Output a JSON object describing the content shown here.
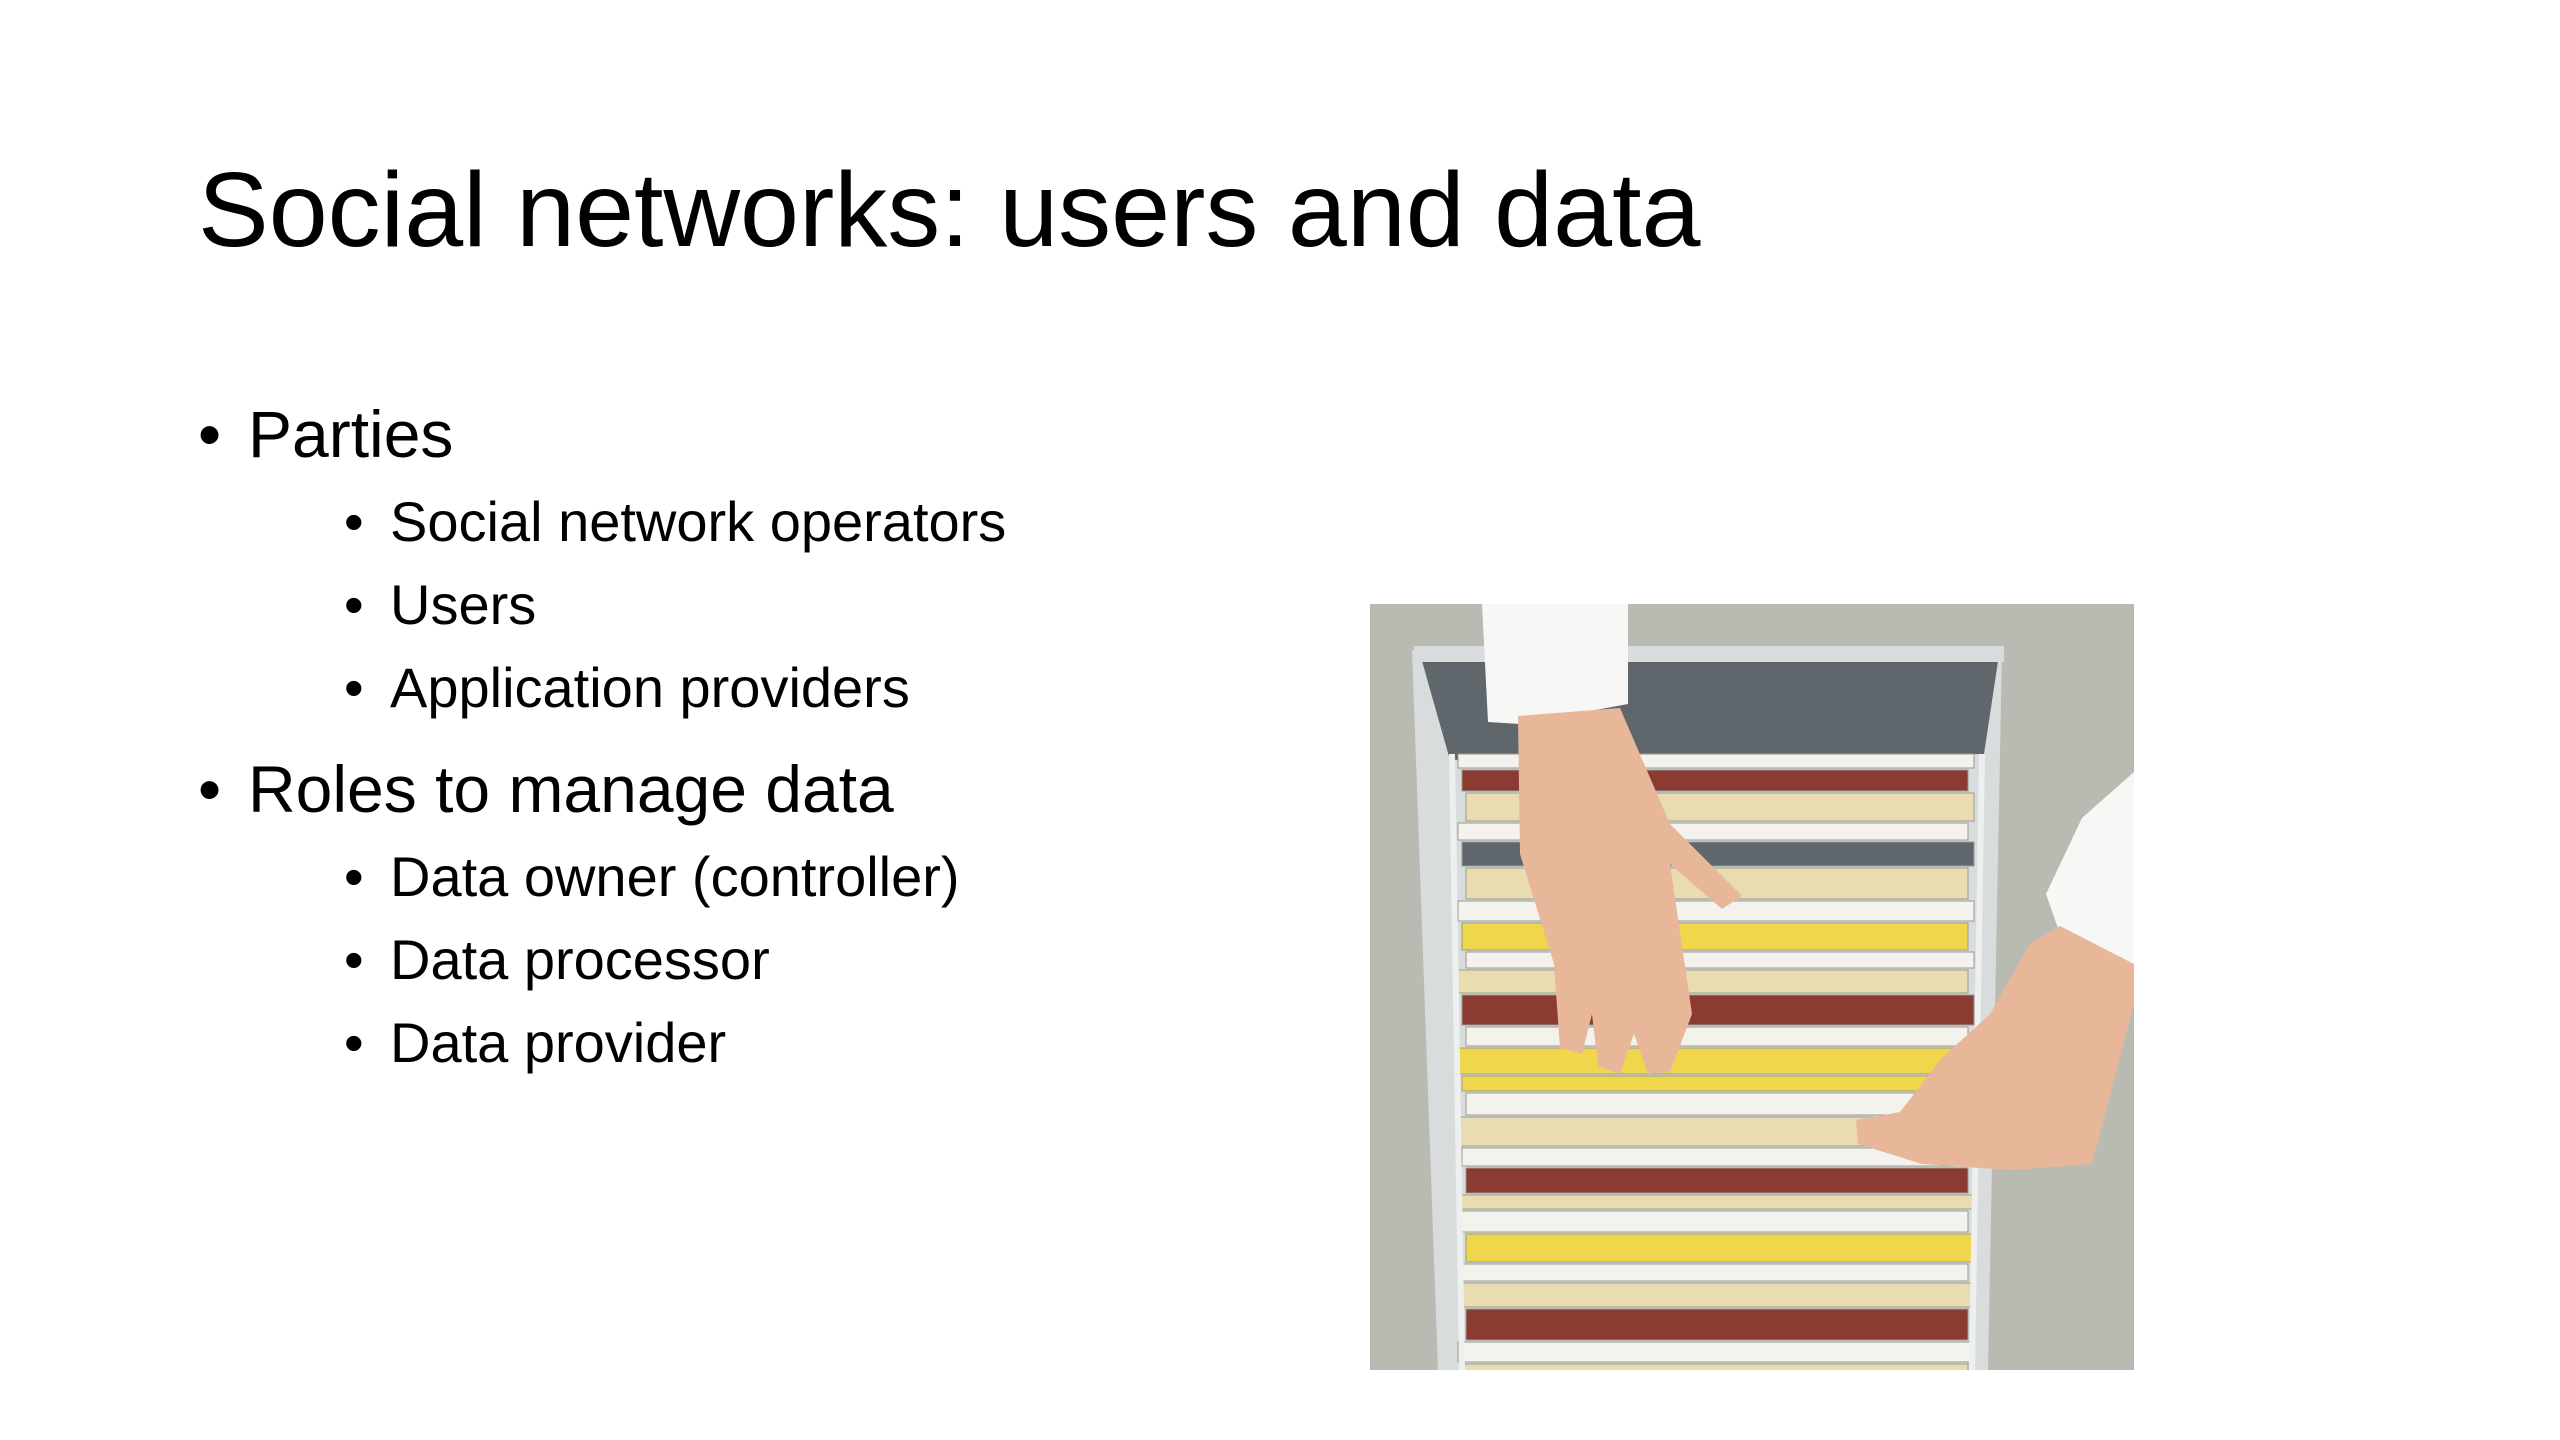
{
  "slide": {
    "title": "Social networks: users and data",
    "bullet_glyph": "•",
    "sections": [
      {
        "label": "Parties",
        "items": [
          "Social network operators",
          "Users",
          "Application providers"
        ]
      },
      {
        "label": "Roles to manage data",
        "items": [
          "Data owner (controller)",
          "Data processor",
          "Data provider"
        ]
      }
    ]
  },
  "picture": {
    "subject": "hands-browsing-file-drawer",
    "colors": {
      "background": "#b9bbb3",
      "drawer": "#d8dcdc",
      "drawer_dark": "#5f676d",
      "folder_yellow": "#efd64a",
      "folder_manila": "#e9dcb0",
      "folder_white": "#f4f2ec",
      "folder_red": "#8c3b32",
      "skin": "#e8b79a",
      "sleeve": "#f7f7f5"
    }
  }
}
